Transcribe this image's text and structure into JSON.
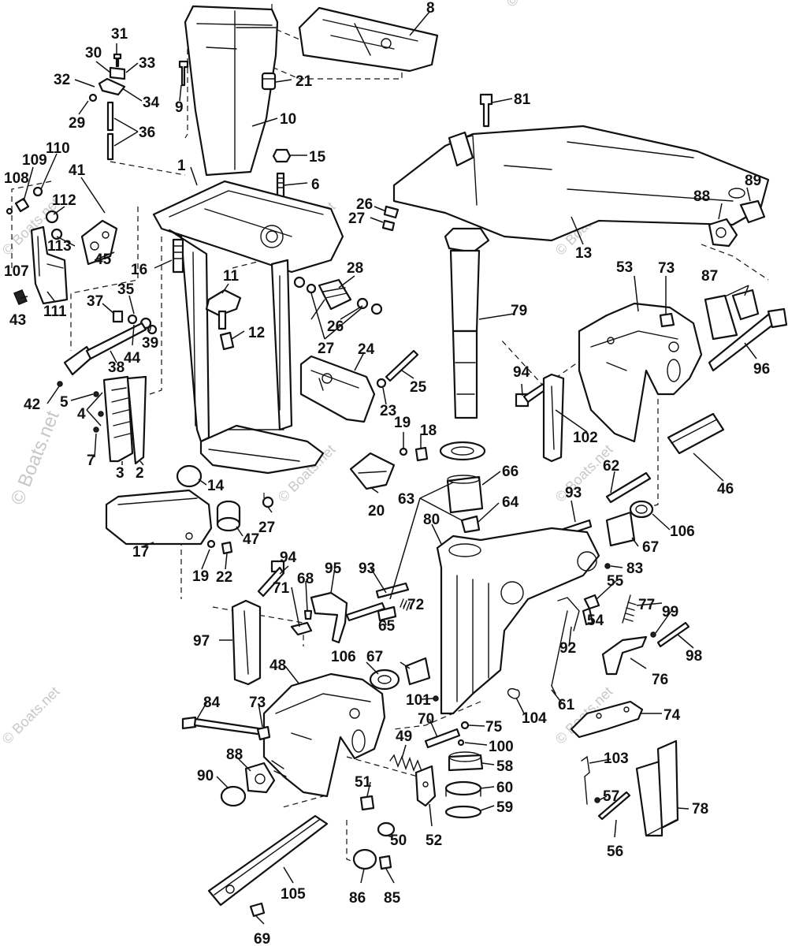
{
  "watermark": {
    "text": "© Boats.net",
    "color": "#9a9a9a"
  },
  "callouts": [
    {
      "id": "c8",
      "text": "8"
    },
    {
      "id": "c31",
      "text": "31"
    },
    {
      "id": "c30",
      "text": "30"
    },
    {
      "id": "c33",
      "text": "33"
    },
    {
      "id": "c32",
      "text": "32"
    },
    {
      "id": "c34",
      "text": "34"
    },
    {
      "id": "c29",
      "text": "29"
    },
    {
      "id": "c36",
      "text": "36"
    },
    {
      "id": "c21",
      "text": "21"
    },
    {
      "id": "c9",
      "text": "9"
    },
    {
      "id": "c10",
      "text": "10"
    },
    {
      "id": "c81",
      "text": "81"
    },
    {
      "id": "c15",
      "text": "15"
    },
    {
      "id": "c6",
      "text": "6"
    },
    {
      "id": "c110",
      "text": "110"
    },
    {
      "id": "c109",
      "text": "109"
    },
    {
      "id": "c108",
      "text": "108"
    },
    {
      "id": "c41",
      "text": "41"
    },
    {
      "id": "c112",
      "text": "112"
    },
    {
      "id": "c1",
      "text": "1"
    },
    {
      "id": "c26a",
      "text": "26"
    },
    {
      "id": "c27a",
      "text": "27"
    },
    {
      "id": "c89",
      "text": "89"
    },
    {
      "id": "c88a",
      "text": "88"
    },
    {
      "id": "c13",
      "text": "13"
    },
    {
      "id": "c113",
      "text": "113"
    },
    {
      "id": "c107",
      "text": "107"
    },
    {
      "id": "c45",
      "text": "45"
    },
    {
      "id": "c16",
      "text": "16"
    },
    {
      "id": "c28",
      "text": "28"
    },
    {
      "id": "c53",
      "text": "53"
    },
    {
      "id": "c73a",
      "text": "73"
    },
    {
      "id": "c87",
      "text": "87"
    },
    {
      "id": "c11",
      "text": "11"
    },
    {
      "id": "c43",
      "text": "43"
    },
    {
      "id": "c111",
      "text": "111"
    },
    {
      "id": "c37",
      "text": "37"
    },
    {
      "id": "c35",
      "text": "35"
    },
    {
      "id": "c26b",
      "text": "26"
    },
    {
      "id": "c79",
      "text": "79"
    },
    {
      "id": "c39",
      "text": "39"
    },
    {
      "id": "c44",
      "text": "44"
    },
    {
      "id": "c12",
      "text": "12"
    },
    {
      "id": "c27b",
      "text": "27"
    },
    {
      "id": "c38",
      "text": "38"
    },
    {
      "id": "c24",
      "text": "24"
    },
    {
      "id": "c96",
      "text": "96"
    },
    {
      "id": "c25",
      "text": "25"
    },
    {
      "id": "c94a",
      "text": "94"
    },
    {
      "id": "c42",
      "text": "42"
    },
    {
      "id": "c5",
      "text": "5"
    },
    {
      "id": "c23",
      "text": "23"
    },
    {
      "id": "c4",
      "text": "4"
    },
    {
      "id": "c102",
      "text": "102"
    },
    {
      "id": "c19a",
      "text": "19"
    },
    {
      "id": "c18",
      "text": "18"
    },
    {
      "id": "c7",
      "text": "7"
    },
    {
      "id": "c3",
      "text": "3"
    },
    {
      "id": "c2",
      "text": "2"
    },
    {
      "id": "c46",
      "text": "46"
    },
    {
      "id": "c14",
      "text": "14"
    },
    {
      "id": "c66",
      "text": "66"
    },
    {
      "id": "c62",
      "text": "62"
    },
    {
      "id": "c63",
      "text": "63"
    },
    {
      "id": "c64",
      "text": "64"
    },
    {
      "id": "c93a",
      "text": "93"
    },
    {
      "id": "c20",
      "text": "20"
    },
    {
      "id": "c27c",
      "text": "27"
    },
    {
      "id": "c80",
      "text": "80"
    },
    {
      "id": "c106a",
      "text": "106"
    },
    {
      "id": "c47",
      "text": "47"
    },
    {
      "id": "c67a",
      "text": "67"
    },
    {
      "id": "c17",
      "text": "17"
    },
    {
      "id": "c94b",
      "text": "94"
    },
    {
      "id": "c19b",
      "text": "19"
    },
    {
      "id": "c22",
      "text": "22"
    },
    {
      "id": "c95",
      "text": "95"
    },
    {
      "id": "c93b",
      "text": "93"
    },
    {
      "id": "c68",
      "text": "68"
    },
    {
      "id": "c83",
      "text": "83"
    },
    {
      "id": "c71",
      "text": "71"
    },
    {
      "id": "c55",
      "text": "55"
    },
    {
      "id": "c77",
      "text": "77"
    },
    {
      "id": "c72",
      "text": "72"
    },
    {
      "id": "c99",
      "text": "99"
    },
    {
      "id": "c54",
      "text": "54"
    },
    {
      "id": "c65",
      "text": "65"
    },
    {
      "id": "c97",
      "text": "97"
    },
    {
      "id": "c92",
      "text": "92"
    },
    {
      "id": "c98",
      "text": "98"
    },
    {
      "id": "c106b",
      "text": "106"
    },
    {
      "id": "c67b",
      "text": "67"
    },
    {
      "id": "c48",
      "text": "48"
    },
    {
      "id": "c76",
      "text": "76"
    },
    {
      "id": "c61",
      "text": "61"
    },
    {
      "id": "c101",
      "text": "101"
    },
    {
      "id": "c104",
      "text": "104"
    },
    {
      "id": "c84",
      "text": "84"
    },
    {
      "id": "c73b",
      "text": "73"
    },
    {
      "id": "c74",
      "text": "74"
    },
    {
      "id": "c70",
      "text": "70"
    },
    {
      "id": "c75",
      "text": "75"
    },
    {
      "id": "c100",
      "text": "100"
    },
    {
      "id": "c49",
      "text": "49"
    },
    {
      "id": "c88b",
      "text": "88"
    },
    {
      "id": "c103",
      "text": "103"
    },
    {
      "id": "c58",
      "text": "58"
    },
    {
      "id": "c90",
      "text": "90"
    },
    {
      "id": "c60",
      "text": "60"
    },
    {
      "id": "c51",
      "text": "51"
    },
    {
      "id": "c78",
      "text": "78"
    },
    {
      "id": "c59",
      "text": "59"
    },
    {
      "id": "c57",
      "text": "57"
    },
    {
      "id": "c50",
      "text": "50"
    },
    {
      "id": "c52",
      "text": "52"
    },
    {
      "id": "c56",
      "text": "56"
    },
    {
      "id": "c105",
      "text": "105"
    },
    {
      "id": "c86",
      "text": "86"
    },
    {
      "id": "c85",
      "text": "85"
    },
    {
      "id": "c69",
      "text": "69"
    }
  ]
}
